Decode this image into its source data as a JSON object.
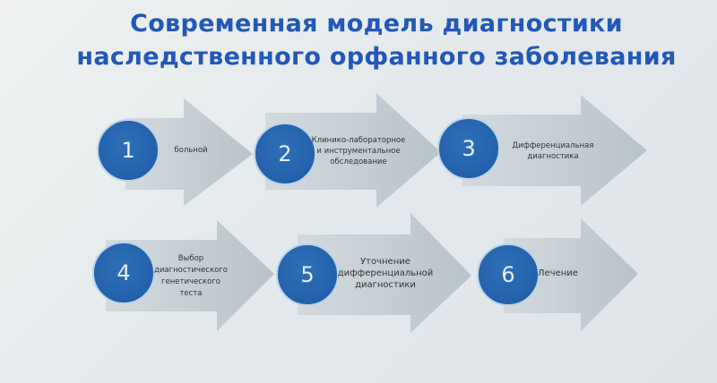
{
  "title": {
    "line1": "Современная модель диагностики",
    "line2": "наследственного орфанного заболевания"
  },
  "steps": [
    {
      "number": "1",
      "text": "больной"
    },
    {
      "number": "2",
      "text": "Клинико-лабораторное и инструментальное обследование"
    },
    {
      "number": "3",
      "text": "Дифференциальная диагностика"
    },
    {
      "number": "4",
      "text": "Выбор диагностического генетического теста"
    },
    {
      "number": "5",
      "text": "Уточнение дифференциальной диагностики"
    },
    {
      "number": "6",
      "text": "Лечение"
    }
  ],
  "colors": {
    "title": "#2258b8",
    "circle": "#1d5aa5",
    "arrow": "#c3ccd3"
  }
}
